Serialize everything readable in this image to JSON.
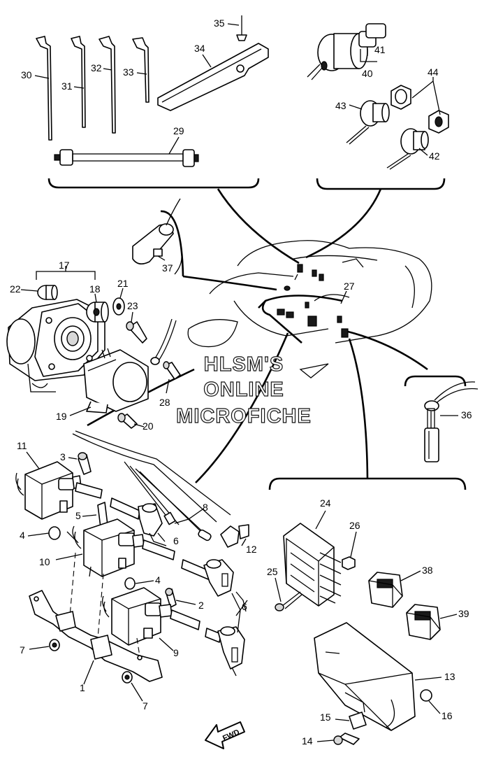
{
  "watermark": {
    "line1": "HLSM'S",
    "line2": "ONLINE",
    "line3": "MICROFICHE"
  },
  "fwd_label": "FWD",
  "callouts": {
    "c1": "1",
    "c2": "2",
    "c3": "3",
    "c4a": "4",
    "c4b": "4",
    "c5": "5",
    "c6a": "6",
    "c6b": "6",
    "c7a": "7",
    "c7b": "7",
    "c8": "8",
    "c9": "9",
    "c10": "10",
    "c11": "11",
    "c12": "12",
    "c13": "13",
    "c14": "14",
    "c15": "15",
    "c16": "16",
    "c17": "17",
    "c18": "18",
    "c19": "19",
    "c20": "20",
    "c21": "21",
    "c22": "22",
    "c23": "23",
    "c24": "24",
    "c25": "25",
    "c26": "26",
    "c27": "27",
    "c28": "28",
    "c29": "29",
    "c30": "30",
    "c31": "31",
    "c32": "32",
    "c33": "33",
    "c34": "34",
    "c35": "35",
    "c36": "36",
    "c37": "37",
    "c38": "38",
    "c39": "39",
    "c40": "40",
    "c41": "41",
    "c42": "42",
    "c43": "43",
    "c44": "44"
  }
}
